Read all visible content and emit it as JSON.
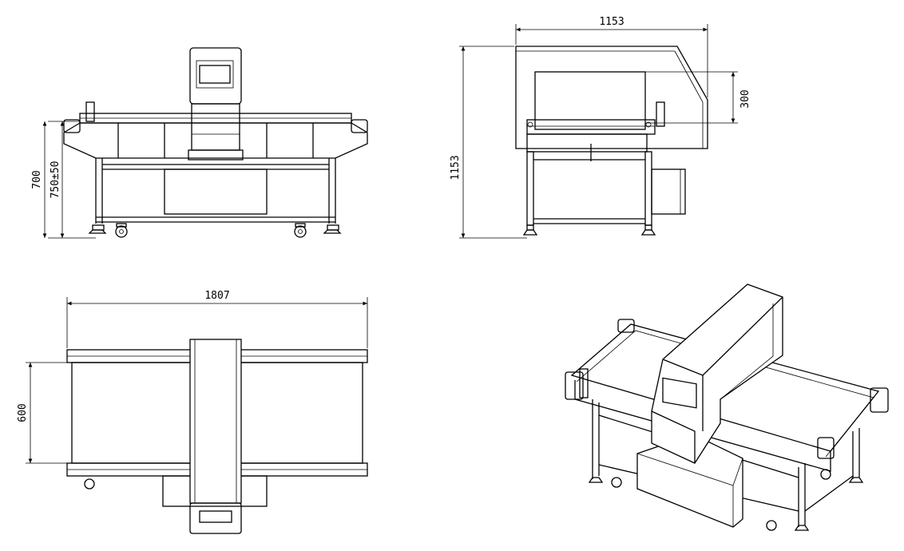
{
  "front_view": {
    "dim_height_700": "700",
    "dim_height_750": "750±50"
  },
  "side_view": {
    "dim_length_1153": "1153",
    "dim_height_1153": "1153",
    "dim_opening_300": "300"
  },
  "top_view": {
    "dim_length_1807": "1807",
    "dim_width_600": "600"
  }
}
